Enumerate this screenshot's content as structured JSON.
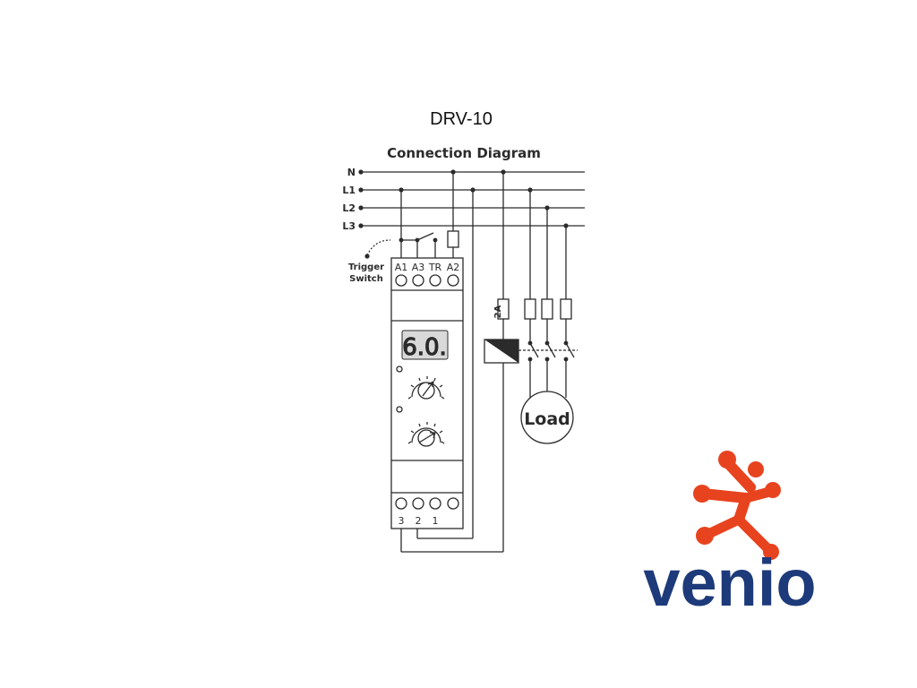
{
  "diagram": {
    "title": "DRV-10",
    "subtitle": "Connection Diagram",
    "lines": [
      "N",
      "L1",
      "L2",
      "L3"
    ],
    "trigger_label": [
      "Trigger",
      "Switch"
    ],
    "top_terminals": [
      "A1",
      "A3",
      "TR",
      "A2"
    ],
    "bottom_terminals": [
      "3",
      "2",
      "1"
    ],
    "display_value": "6.0.",
    "fuse_label": "2A",
    "load_label": "Load"
  },
  "logo": {
    "text": "venio",
    "text_color": "#1d3a7a",
    "mark_color": "#e8431f"
  }
}
